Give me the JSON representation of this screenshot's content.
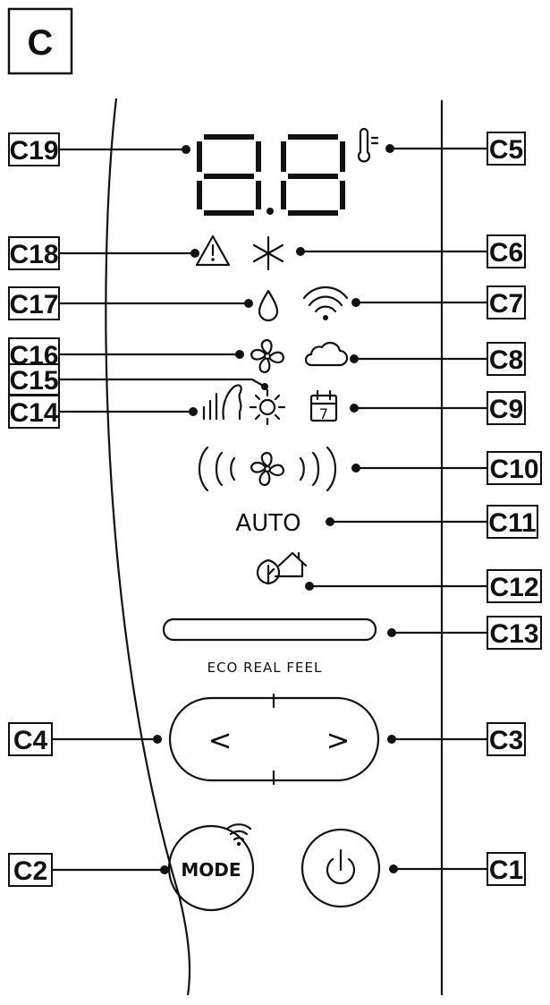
{
  "panel_label": "C",
  "callouts": {
    "c1": "C1",
    "c2": "C2",
    "c3": "C3",
    "c4": "C4",
    "c5": "C5",
    "c6": "C6",
    "c7": "C7",
    "c8": "C8",
    "c9": "C9",
    "c10": "C10",
    "c11": "C11",
    "c12": "C12",
    "c13": "C13",
    "c14": "C14",
    "c15": "C15",
    "c16": "C16",
    "c17": "C17",
    "c18": "C18",
    "c19": "C19"
  },
  "display": {
    "auto_text": "AUTO",
    "eco_caption": "ECO REAL FEEL",
    "calendar_day": "7",
    "mode_button": "MODE",
    "left_arrow": "<",
    "right_arrow": ">"
  },
  "icons": {
    "c5": "thermometer-icon",
    "c6": "snowflake-icon",
    "c7": "wifi-icon",
    "c8": "cloud-icon",
    "c9": "calendar-icon",
    "c10": "fan-speed-icon",
    "c12": "eco-house-icon",
    "c14": "smoke-icon",
    "c15": "sun-icon",
    "c16": "fan-icon",
    "c17": "water-drop-icon",
    "c18": "warning-icon",
    "c1": "power-icon"
  }
}
